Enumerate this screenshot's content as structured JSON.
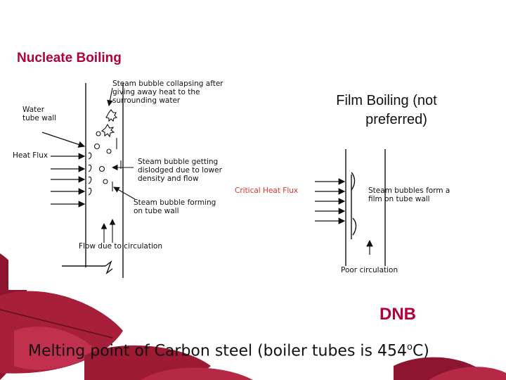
{
  "titles": {
    "nucleate": "Nucleate Boiling",
    "film_line1": "Film Boiling (not",
    "film_line2": "preferred)",
    "dnb": "DNB"
  },
  "labels": {
    "bubble_collapsing": "Steam bubble collapsing after\ngiving away heat to the\nsurrounding water",
    "water_tube_wall": "Water\ntube wall",
    "heat_flux": "Heat Flux",
    "bubble_dislodged": "Steam bubble getting\ndislodged due to lower\ndensity and flow",
    "bubble_forming": "Steam bubble forming\non tube wall",
    "flow_circulation": "Flow due to circulation",
    "critical_heat_flux": "Critical Heat Flux",
    "bubbles_film": "Steam bubbles form a\nfilm on tube wall",
    "poor_circulation": "Poor circulation"
  },
  "footer": {
    "text_before": "Melting point of Carbon steel (boiler tubes is 454",
    "superscript": "o",
    "text_after": "C)"
  },
  "colors": {
    "title_red": "#b1003a",
    "critical_red": "#e0302c",
    "leaf_red": "#9c1a33"
  }
}
